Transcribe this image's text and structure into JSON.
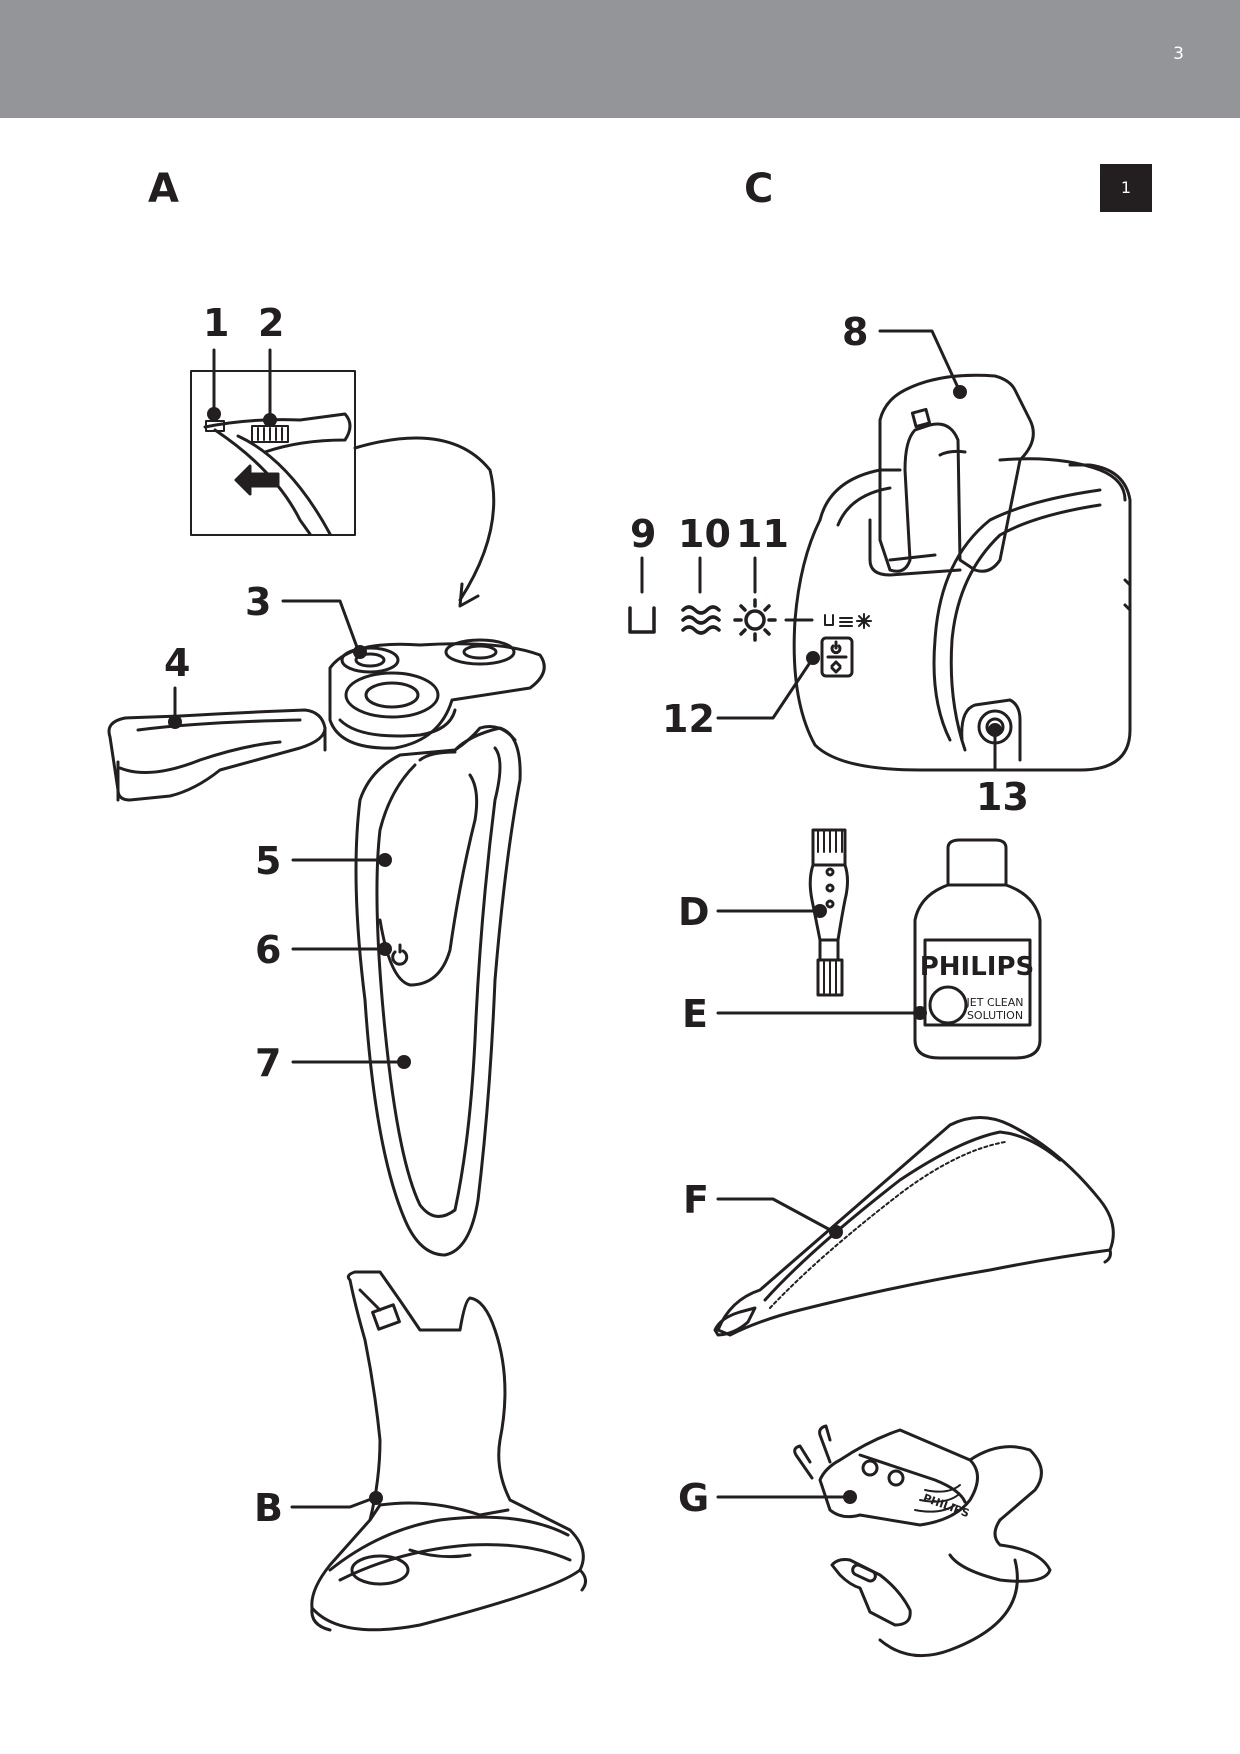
{
  "header": {
    "page_number": "3"
  },
  "figure_number": "1",
  "sections": {
    "a": "A",
    "c": "C"
  },
  "callouts": {
    "n1": "1",
    "n2": "2",
    "n3": "3",
    "n4": "4",
    "n5": "5",
    "n6": "6",
    "n7": "7",
    "n8": "8",
    "n9": "9",
    "n10": "10",
    "n11": "11",
    "n12": "12",
    "n13": "13",
    "b": "B",
    "d": "D",
    "e": "E",
    "f": "F",
    "g": "G"
  },
  "product_text": {
    "bottle_brand": "PHILIPS",
    "bottle_line1": "JET CLEAN",
    "bottle_line2": "SOLUTION",
    "adapter_brand": "PHILIPS"
  }
}
